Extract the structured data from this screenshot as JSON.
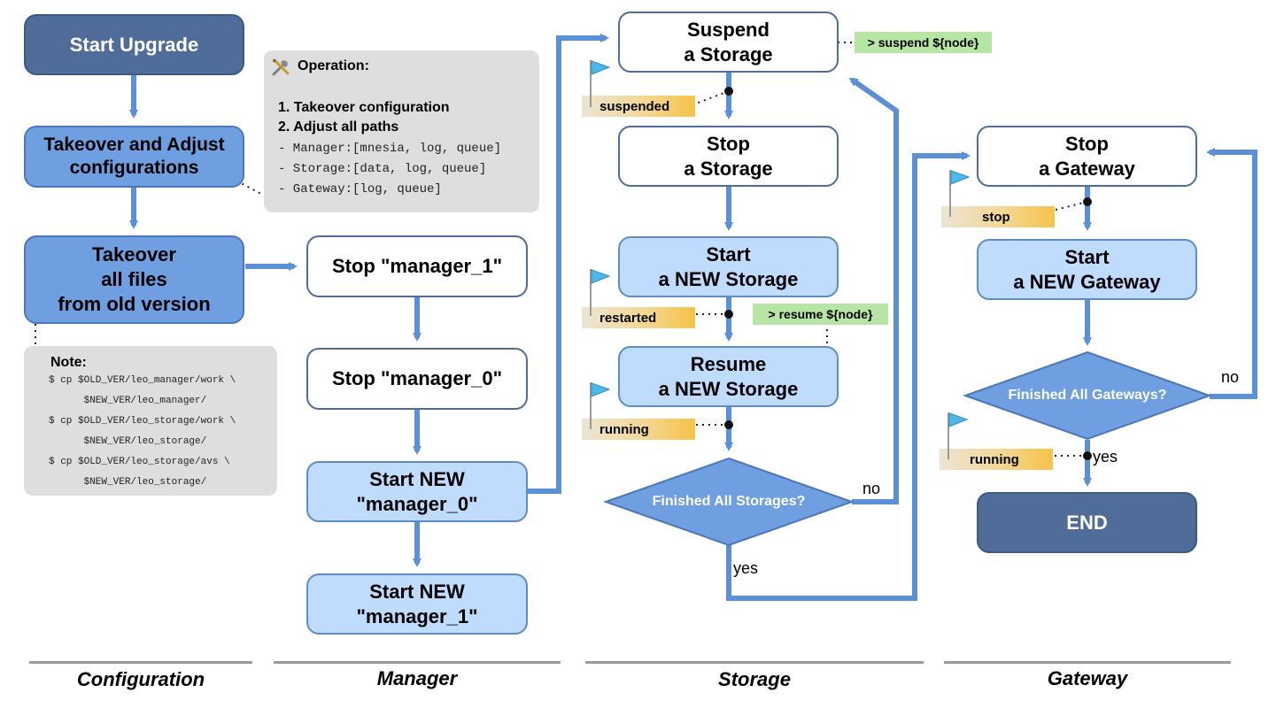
{
  "configuration": {
    "start": "Start Upgrade",
    "takeover_adjust": "Takeover and Adjust\nconfigurations",
    "takeover_files": "Takeover\nall files\nfrom old version",
    "operation": {
      "title": "Operation:",
      "step1": "1. Takeover configuration",
      "step2": "2. Adjust all paths",
      "paths": [
        "- Manager:[mnesia, log, queue]",
        "- Storage:[data, log, queue]",
        "- Gateway:[log, queue]"
      ]
    },
    "note": {
      "title": "Note:",
      "lines": [
        "$ cp $OLD_VER/leo_manager/work \\",
        "      $NEW_VER/leo_manager/",
        "$ cp $OLD_VER/leo_storage/work \\",
        "      $NEW_VER/leo_storage/",
        "$ cp $OLD_VER/leo_storage/avs \\",
        "      $NEW_VER/leo_storage/"
      ]
    }
  },
  "manager": {
    "stop_1": "Stop \"manager_1\"",
    "stop_0": "Stop \"manager_0\"",
    "start_0": "Start NEW\n\"manager_0\"",
    "start_1": "Start NEW\n\"manager_1\""
  },
  "storage": {
    "suspend": "Suspend\na Storage",
    "stop": "Stop\na Storage",
    "start_new": "Start\na NEW Storage",
    "resume": "Resume\na NEW Storage",
    "decision": "Finished All Storages?",
    "cmd_suspend": "> suspend ${node}",
    "cmd_resume": "> resume ${node}",
    "status_suspended": "suspended",
    "status_restarted": "restarted",
    "status_running": "running",
    "no": "no",
    "yes": "yes"
  },
  "gateway": {
    "stop": "Stop\na Gateway",
    "start_new": "Start\na NEW Gateway",
    "decision": "Finished All Gateways?",
    "end": "END",
    "status_stop": "stop",
    "status_running": "running",
    "no": "no",
    "yes": "yes"
  },
  "sections": {
    "configuration": "Configuration",
    "manager": "Manager",
    "storage": "Storage",
    "gateway": "Gateway"
  },
  "colors": {
    "arrow": "#5b8fd6",
    "dark_box": "#4f6d98",
    "blue_box": "#6f9fe0",
    "light_box": "#bfdcff",
    "decision": "#6f9fe0",
    "command_tag": "#b6e5a4",
    "status_tag": "#f6c34a",
    "flag": "#4fb8e8"
  },
  "icons": [
    "wrench-screwdriver-icon",
    "flag-icon"
  ]
}
